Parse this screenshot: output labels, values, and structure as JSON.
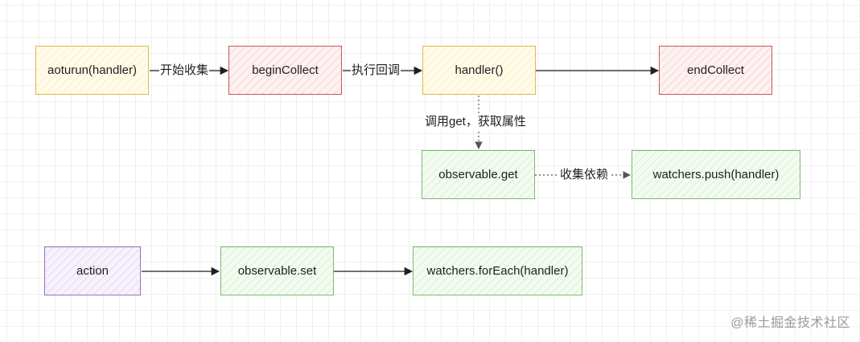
{
  "nodes": {
    "autorun": "aoturun(handler)",
    "begin_collect": "beginCollect",
    "handler": "handler()",
    "end_collect": "endCollect",
    "observable_get": "observable.get",
    "watchers_push": "watchers.push(handler)",
    "action": "action",
    "observable_set": "observable.set",
    "watchers_foreach": "watchers.forEach(handler)"
  },
  "edges": {
    "start_collect": "开始收集",
    "exec_callback": "执行回调",
    "call_get": "调用get，获取属性",
    "collect_deps": "收集依赖"
  },
  "watermark": "@稀土掘金技术社区",
  "colors": {
    "yellow_border": "#e0b84a",
    "red_border": "#c65555",
    "green_border": "#7cba70",
    "purple_border": "#9673b9",
    "arrow": "#1f1f1f",
    "dashed_arrow": "#555555"
  }
}
